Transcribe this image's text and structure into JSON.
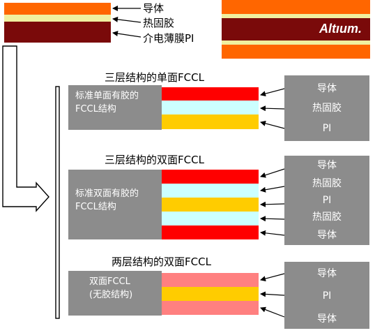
{
  "top_legend": {
    "labels": [
      "导体",
      "热固胶",
      "介电薄膜PI"
    ],
    "colors": {
      "conductor": "#ff6600",
      "adhesive": "#f0f0a0",
      "pi": "#7a0a0a",
      "logo_bg": "#7a0a0a"
    }
  },
  "logo": {
    "text": "Altıum."
  },
  "sections": [
    {
      "heading": "三层结构的单面FCCL",
      "box_text": "标准单面有胶的FCCL结构",
      "layers": [
        "导体",
        "热固胶",
        "PI"
      ],
      "layer_colors": [
        "#ff0000",
        "#ccffff",
        "#ffcc00"
      ]
    },
    {
      "heading": "三层结构的双面FCCL",
      "box_text": "标准双面有胶的FCCL结构",
      "layers": [
        "导体",
        "热固胶",
        "PI",
        "热固胶",
        "导体"
      ],
      "layer_colors": [
        "#ff0000",
        "#ccffff",
        "#ffcc00",
        "#ccffff",
        "#ff0000"
      ]
    },
    {
      "heading": "两层结构的双面FCCL",
      "box_text": "双面FCCL\n(无胶结构)",
      "layers": [
        "导体",
        "PI",
        "导体"
      ],
      "layer_colors": [
        "#ff8080",
        "#ffcc00",
        "#ff8080"
      ]
    }
  ]
}
